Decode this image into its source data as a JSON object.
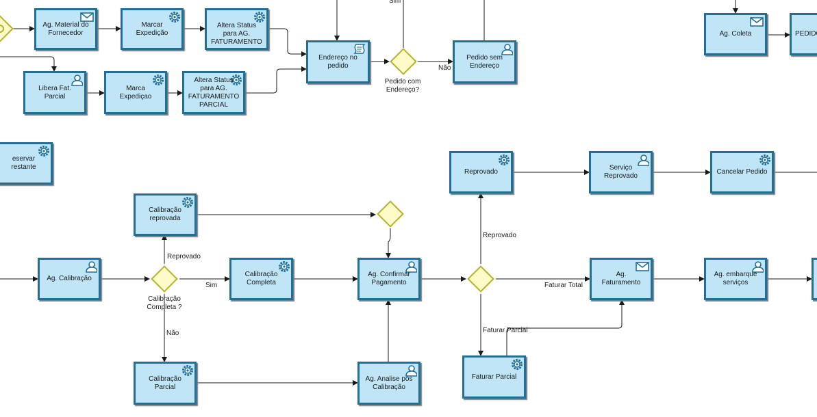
{
  "colors": {
    "task_fill": "#bfe5f7",
    "task_border": "#1f6f98",
    "gateway_fill": "#fffbc8",
    "gateway_border": "#b5b12c",
    "line": "#1a1a1a"
  },
  "tasks": {
    "ag_material": {
      "label": "Ag. Material do Fornecedor",
      "icon": "envelope-icon"
    },
    "marcar_expedicao": {
      "label": "Marcar Expedição",
      "icon": "gear-icon"
    },
    "altera_status_fat": {
      "label": "Altera Status para AG. FATURAMENTO",
      "icon": "gear-icon"
    },
    "libera_fat_parcial": {
      "label": "Libera Fat. Parcial",
      "icon": "user-icon"
    },
    "marca_expedicao": {
      "label": "Marca Expediçao",
      "icon": "gear-icon"
    },
    "altera_status_parcial": {
      "label": "Altera Status para AG. FATURAMENTO PARCIAL",
      "icon": "gear-icon"
    },
    "endereco_pedido": {
      "label": "Endereço no pedido",
      "icon": "script-icon"
    },
    "pedido_sem_endereco": {
      "label": "Pedido sem Endereço",
      "icon": "user-icon"
    },
    "ag_coleta": {
      "label": "Ag. Coleta",
      "icon": "envelope-icon"
    },
    "pedido": {
      "label": "PEDIDO"
    },
    "reservar_restante": {
      "label": "eservar restante",
      "icon": "gear-icon"
    },
    "calibracao_reprovada": {
      "label": "Calibração reprovada",
      "icon": "gear-icon"
    },
    "ag_calibracao": {
      "label": "Ag. Calibração",
      "icon": "user-icon"
    },
    "calibracao_completa": {
      "label": "Calibração Completa",
      "icon": "gear-icon"
    },
    "ag_confirmar_pagamento": {
      "label": "Ag. Confirmar Pagamento",
      "icon": "user-icon"
    },
    "calibracao_parcial": {
      "label": "Calibração Parcial",
      "icon": "gear-icon"
    },
    "ag_analise": {
      "label": "Ag. Analise pós Calibração",
      "icon": "user-icon"
    },
    "reprovado": {
      "label": "Reprovado",
      "icon": "gear-icon"
    },
    "servico_reprovado": {
      "label": "Serviço Reprovado",
      "icon": "user-icon"
    },
    "cancelar_pedido": {
      "label": "Cancelar Pedido",
      "icon": "gear-icon"
    },
    "ag_faturamento": {
      "label": "Ag. Faturamento",
      "icon": "envelope-icon"
    },
    "ag_embarque": {
      "label": "Ag. embarque serviços",
      "icon": "user-icon"
    },
    "faturar_parcial": {
      "label": "Faturar Parcial",
      "icon": "gear-icon"
    }
  },
  "labels": {
    "sim_top": "Sim",
    "gw_endereco": "Pedido com Endereço?",
    "nao_top": "Não",
    "reprovado_edge": "Reprovado",
    "sim_mid": "Sim",
    "gw_calib": "Calibração Completa ?",
    "nao_mid": "Não",
    "reprovado_edge2": "Reprovado",
    "faturar_total": "Faturar Total",
    "faturar_parcial_edge": "Faturar Parcial"
  }
}
